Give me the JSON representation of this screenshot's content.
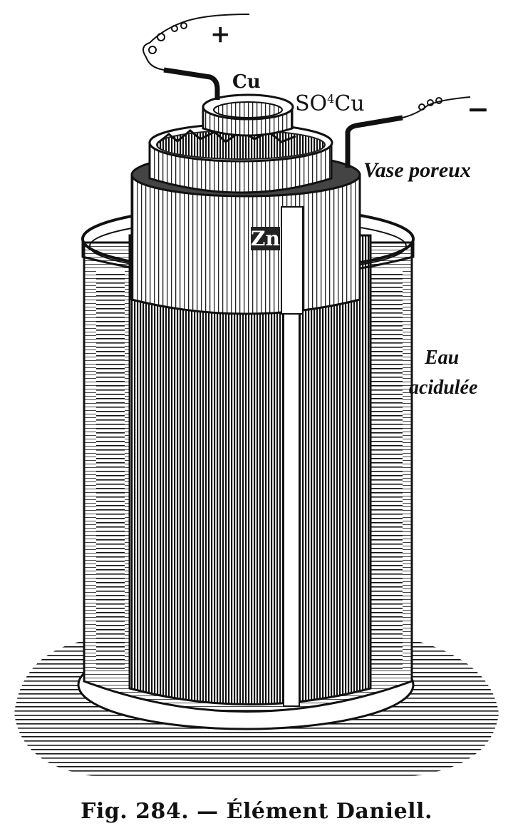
{
  "figure": {
    "labels": {
      "positive": "+",
      "negative": "−",
      "copper": "Cu",
      "copper_sulfate_main": "SO",
      "copper_sulfate_sub": "4",
      "copper_sulfate_end": "Cu",
      "porous_vase": "Vase poreux",
      "zinc": "Zn",
      "acid_water_line1": "Eau",
      "acid_water_line2": "acidulée"
    },
    "caption": "Fig. 284. — Élément Daniell."
  }
}
